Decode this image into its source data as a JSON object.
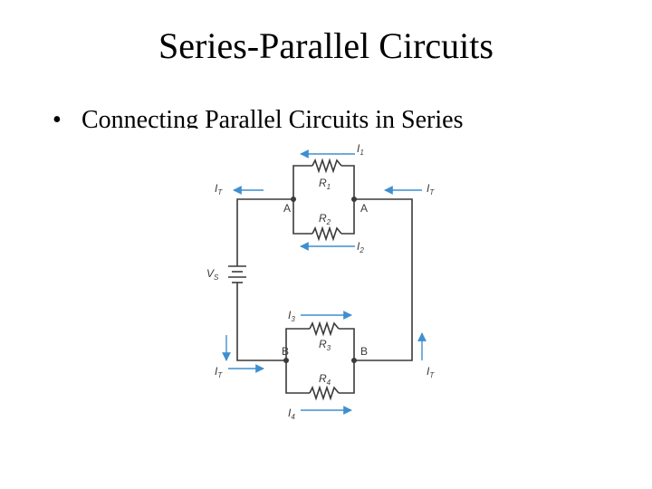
{
  "slide": {
    "title": "Series-Parallel Circuits",
    "bullet": "Connecting Parallel Circuits in Series"
  },
  "diagram": {
    "wire_color": "#3a3a3a",
    "arrow_color": "#3f8fd0",
    "source": {
      "label": "V",
      "sub": "S"
    },
    "resistors": [
      {
        "label": "R",
        "sub": "1"
      },
      {
        "label": "R",
        "sub": "2"
      },
      {
        "label": "R",
        "sub": "3"
      },
      {
        "label": "R",
        "sub": "4"
      }
    ],
    "nodes": [
      "A",
      "A",
      "B",
      "B"
    ],
    "currents": [
      {
        "label": "I",
        "sub": "1"
      },
      {
        "label": "I",
        "sub": "2"
      },
      {
        "label": "I",
        "sub": "3"
      },
      {
        "label": "I",
        "sub": "4"
      },
      {
        "label": "I",
        "sub": "T"
      },
      {
        "label": "I",
        "sub": "T"
      },
      {
        "label": "I",
        "sub": "T"
      },
      {
        "label": "I",
        "sub": "T"
      }
    ]
  }
}
